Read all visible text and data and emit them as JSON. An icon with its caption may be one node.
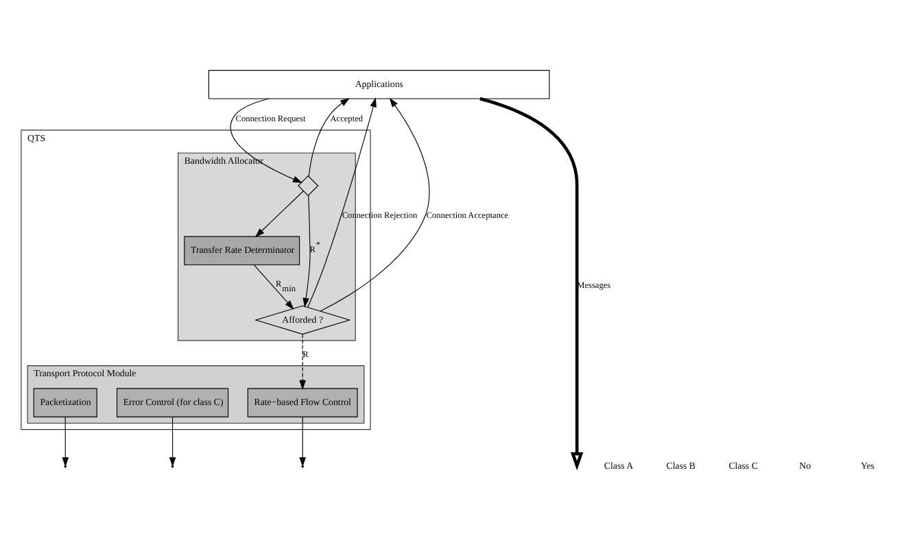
{
  "diagram": {
    "nodes": [
      {
        "text": [
          "Applications"
        ]
      },
      {
        "text": [
          "QTS"
        ]
      },
      {
        "text": [
          "Bandwidth Allocator"
        ],
        "in": 1
      },
      {
        "text": [],
        "shape": "diamond",
        "in": 2
      },
      {
        "text": [
          "Transfer Rate Determinator"
        ],
        "in": 2
      },
      {
        "text": [
          "Afforded ?"
        ],
        "in": 2
      },
      {
        "text": [
          "Transport Protocol Module"
        ],
        "in": 1
      },
      {
        "text": [
          "Packetization"
        ],
        "in": 6
      },
      {
        "text": [
          "Error Control (for class C)"
        ],
        "in": 6
      },
      {
        "text": [
          "Rate−based Flow Control"
        ],
        "in": 6
      }
    ],
    "edges": [
      {
        "from": 0,
        "to": 3,
        "arrow": "to",
        "label": "Connection Request"
      },
      {
        "from": 3,
        "to": 5,
        "arrow": "to",
        "label": "R$^{*}$"
      },
      {
        "from": 3,
        "to": 4,
        "arrow": "to"
      },
      {
        "from": 4,
        "to": 5,
        "arrow": "to",
        "label": "R$_{min}$"
      },
      {
        "from": 5,
        "to": 0,
        "arrow": "to",
        "label": "Connection Rejection"
      },
      {
        "from": 5,
        "to": 0,
        "arrow": "to",
        "label": "Connection Acceptance"
      },
      {
        "from": 3,
        "to": 0,
        "arrow": "to",
        "label": "Accepted"
      },
      {
        "from": 5,
        "to": 9,
        "arrow": "to",
        "label": "R",
        "style": "dashed"
      },
      {
        "from": 0,
        "to": null,
        "arrow": "to",
        "label": "Messages",
        "style": "thick"
      },
      {
        "from": 7,
        "to": null,
        "arrow": "to"
      },
      {
        "from": 8,
        "to": null,
        "arrow": "to"
      },
      {
        "from": 9,
        "to": null,
        "arrow": "to"
      }
    ],
    "labels": [
      "Class A",
      "Class B",
      "Class C",
      "No",
      "Yes"
    ]
  }
}
